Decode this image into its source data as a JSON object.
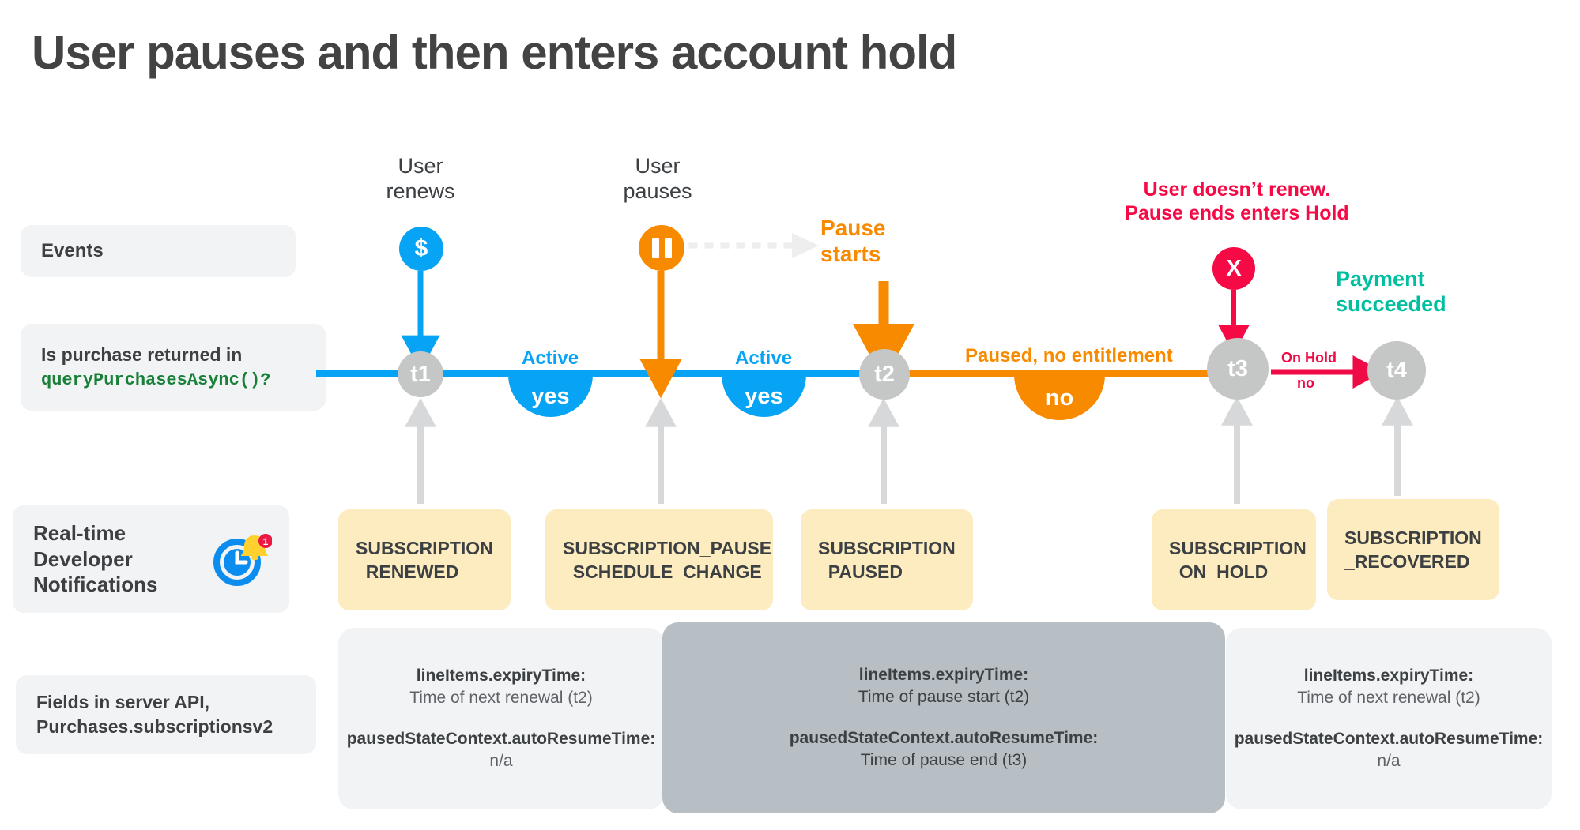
{
  "title": "User pauses and then enters account hold",
  "row_labels": {
    "events": "Events",
    "query_line1": "Is purchase returned in",
    "query_code": "queryPurchasesAsync()?",
    "rtdn": "Real-time\nDeveloper\nNotifications",
    "rtdn_l1": "Real-time",
    "rtdn_l2": "Developer",
    "rtdn_l3": "Notifications",
    "fields_l1": "Fields in server API,",
    "fields_l2": "Purchases.subscriptionsv2"
  },
  "events": [
    {
      "id": "user-renews",
      "caption": "User\nrenews",
      "caption_l1": "User",
      "caption_l2": "renews",
      "marker": "$",
      "color": "#07a4f5"
    },
    {
      "id": "user-pauses",
      "caption_l1": "User",
      "caption_l2": "pauses",
      "marker": "pause-icon",
      "color": "#f88a00"
    },
    {
      "id": "pause-starts",
      "caption_l1": "Pause",
      "caption_l2": "starts",
      "color": "#f88a00"
    },
    {
      "id": "user-doesnt-renew",
      "caption_l1": "User doesn’t renew.",
      "caption_l2": "Pause ends enters Hold",
      "marker": "X",
      "color": "#f50a45"
    },
    {
      "id": "payment-succeeded",
      "caption_l1": "Payment",
      "caption_l2": "succeeded",
      "color": "#00bfa0"
    }
  ],
  "timeline": {
    "nodes": [
      {
        "id": "t1",
        "label": "t1"
      },
      {
        "id": "t2",
        "label": "t2"
      },
      {
        "id": "t3",
        "label": "t3"
      },
      {
        "id": "t4",
        "label": "t4"
      }
    ],
    "segments": [
      {
        "id": "active-1",
        "state": "Active",
        "answer": "yes",
        "color": "#07a4f5"
      },
      {
        "id": "active-2",
        "state": "Active",
        "answer": "yes",
        "color": "#07a4f5"
      },
      {
        "id": "paused",
        "state": "Paused, no entitlement",
        "answer": "no",
        "color": "#f88a00"
      },
      {
        "id": "on-hold",
        "state": "On Hold",
        "answer": "no",
        "color": "#ef0b45"
      }
    ]
  },
  "notifications": [
    {
      "id": "renewed",
      "l1": "SUBSCRIPTION",
      "l2": "_RENEWED"
    },
    {
      "id": "schedule",
      "l1": "SUBSCRIPTION_PAUSE",
      "l2": "_SCHEDULE_CHANGE"
    },
    {
      "id": "paused",
      "l1": "SUBSCRIPTION",
      "l2": "_PAUSED"
    },
    {
      "id": "on-hold",
      "l1": "SUBSCRIPTION",
      "l2": "_ON_HOLD"
    },
    {
      "id": "recovered",
      "l1": "SUBSCRIPTION",
      "l2": "_RECOVERED"
    }
  ],
  "field_panels": [
    {
      "id": "panel-renewed",
      "expiry_key": "lineItems.expiryTime:",
      "expiry_value": "Time of next renewal (t2)",
      "resume_key": "pausedStateContext.autoResumeTime:",
      "resume_value": "n/a"
    },
    {
      "id": "panel-paused",
      "expiry_key": "lineItems.expiryTime:",
      "expiry_value": "Time of pause start (t2)",
      "resume_key": "pausedStateContext.autoResumeTime:",
      "resume_value": "Time of pause end (t3)"
    },
    {
      "id": "panel-recovered",
      "expiry_key": "lineItems.expiryTime:",
      "expiry_value": "Time of next renewal (t2)",
      "resume_key": "pausedStateContext.autoResumeTime:",
      "resume_value": "n/a"
    }
  ],
  "colors": {
    "blue": "#07a4f5",
    "orange": "#f88a00",
    "red": "#f50a45",
    "teal": "#00bfa0",
    "gray_node": "#c4c7c5",
    "yellow_card": "#fcecbf",
    "chip_gray": "#f1f3f4",
    "panel_dark": "#b8bfc4",
    "code_green": "#188038",
    "title_gray": "#434343"
  }
}
